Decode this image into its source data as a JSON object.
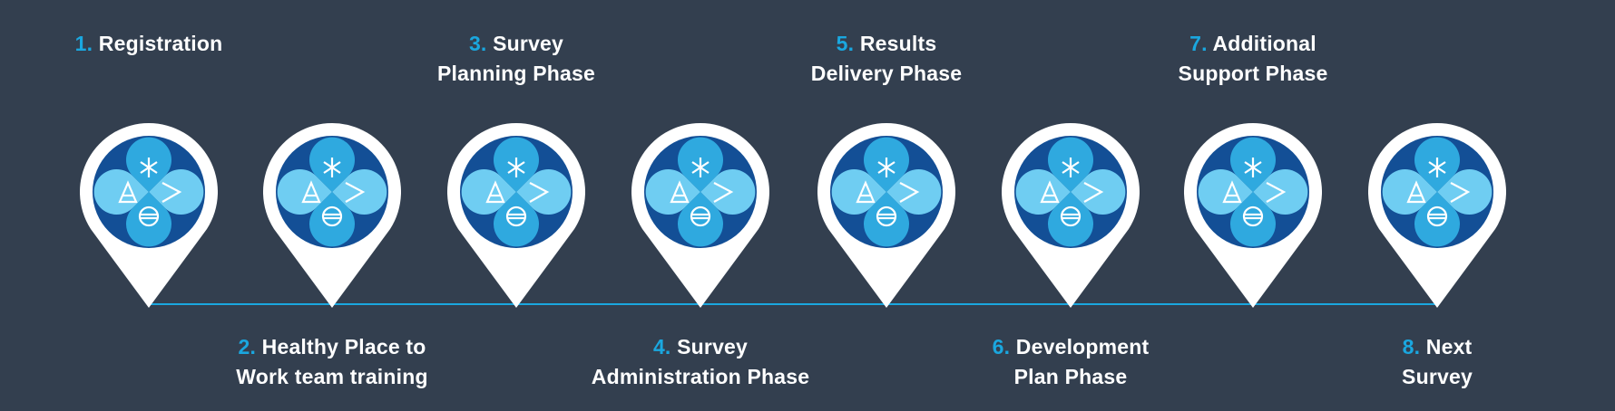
{
  "colors": {
    "background": "#333f4f",
    "accent": "#1aa7df",
    "pin_outer": "#ffffff",
    "pin_inner": "#134f96",
    "petal_top_bottom": "#2fa9df",
    "petal_left_right": "#6fcdf2"
  },
  "steps": [
    {
      "number": "1.",
      "line1": "Registration",
      "line2": "",
      "position": "top",
      "icons": [
        "asterisk-icon",
        "triangle-icon",
        "chevron-right-icon",
        "theta-icon"
      ]
    },
    {
      "number": "2.",
      "line1": "Healthy Place to",
      "line2": "Work team training",
      "position": "bottom",
      "icons": [
        "asterisk-icon",
        "triangle-icon",
        "chevron-right-icon",
        "theta-icon"
      ]
    },
    {
      "number": "3.",
      "line1": "Survey",
      "line2": "Planning Phase",
      "position": "top",
      "icons": [
        "asterisk-icon",
        "triangle-icon",
        "chevron-right-icon",
        "theta-icon"
      ]
    },
    {
      "number": "4.",
      "line1": "Survey",
      "line2": "Administration Phase",
      "position": "bottom",
      "icons": [
        "asterisk-icon",
        "triangle-icon",
        "chevron-right-icon",
        "theta-icon"
      ]
    },
    {
      "number": "5.",
      "line1": "Results",
      "line2": "Delivery Phase",
      "position": "top",
      "icons": [
        "asterisk-icon",
        "triangle-icon",
        "chevron-right-icon",
        "theta-icon"
      ]
    },
    {
      "number": "6.",
      "line1": "Development",
      "line2": "Plan Phase",
      "position": "bottom",
      "icons": [
        "asterisk-icon",
        "triangle-icon",
        "chevron-right-icon",
        "theta-icon"
      ]
    },
    {
      "number": "7.",
      "line1": "Additional",
      "line2": "Support Phase",
      "position": "top",
      "icons": [
        "asterisk-icon",
        "triangle-icon",
        "chevron-right-icon",
        "theta-icon"
      ]
    },
    {
      "number": "8.",
      "line1": "Next",
      "line2": "Survey",
      "position": "bottom",
      "icons": [
        "asterisk-icon",
        "triangle-icon",
        "chevron-right-icon",
        "theta-icon"
      ]
    }
  ]
}
